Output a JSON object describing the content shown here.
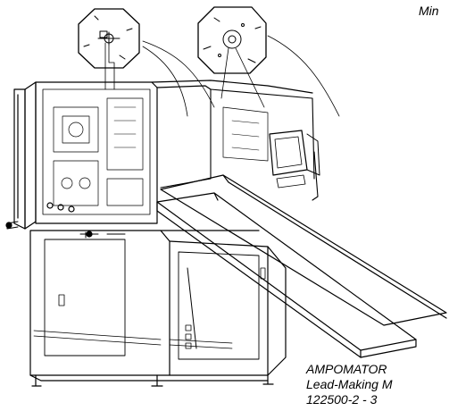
{
  "figure": {
    "top_label": "Min",
    "caption_lines": [
      "AMPOMATOR",
      "Lead-Making M",
      "122500-2 - 3"
    ],
    "line_color": "#000000",
    "background_color": "#ffffff"
  }
}
